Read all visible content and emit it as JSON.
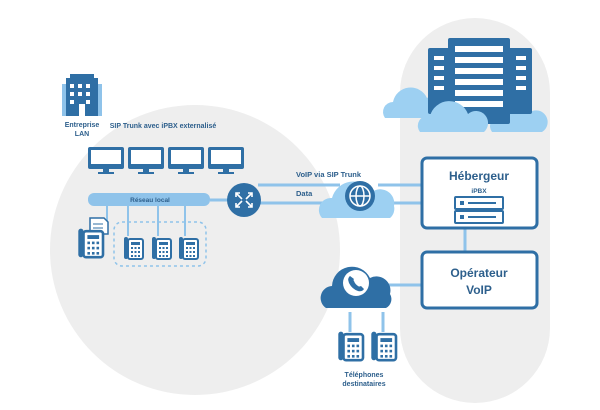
{
  "colors": {
    "primary": "#2f6fa5",
    "light_blue": "#8fc3ea",
    "cloud": "#9dd0f2",
    "panel": "#eeeeee",
    "text": "#2d5f8c"
  },
  "icons": [
    "building-icon",
    "monitor-icon",
    "router-icon",
    "globe-icon",
    "server-icon",
    "phone-icon",
    "fax-icon"
  ],
  "enterprise": {
    "label_line1": "Entreprise",
    "label_line2": "LAN",
    "sip_trunk_label": "SIP Trunk avec iPBX externalisé",
    "local_network_label": "Réseau local"
  },
  "links": {
    "voip_label": "VoIP via SIP Trunk",
    "data_label": "Data"
  },
  "host": {
    "title": "Hébergeur",
    "ipbx_label": "iPBX"
  },
  "operator": {
    "line1": "Opérateur",
    "line2": "VoIP"
  },
  "destination": {
    "line1": "Téléphones",
    "line2": "destinataires"
  }
}
